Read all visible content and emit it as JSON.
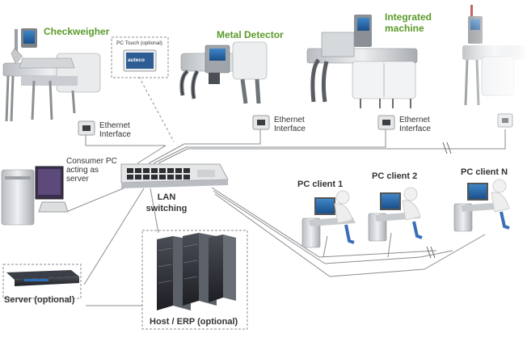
{
  "machines": {
    "checkweigher": "Checkweigher",
    "metal_detector": "Metal Detector",
    "integrated_line1": "Integrated",
    "integrated_line2": "machine"
  },
  "pc_touch": {
    "label": "PC Touch (optional)",
    "logo_text": "auteco"
  },
  "ethernet": {
    "line1": "Ethernet",
    "line2": "Interface"
  },
  "consumer_pc": {
    "line1": "Consumer PC",
    "line2": "acting as",
    "line3": "server"
  },
  "lan": {
    "line1": "LAN",
    "line2": "switching"
  },
  "clients": {
    "c1": "PC client 1",
    "c2": "PC client 2",
    "cn": "PC client N"
  },
  "server": {
    "label": "Server (optional)"
  },
  "host": {
    "label": "Host / ERP (optional)"
  },
  "monitor_logo": "auteco"
}
